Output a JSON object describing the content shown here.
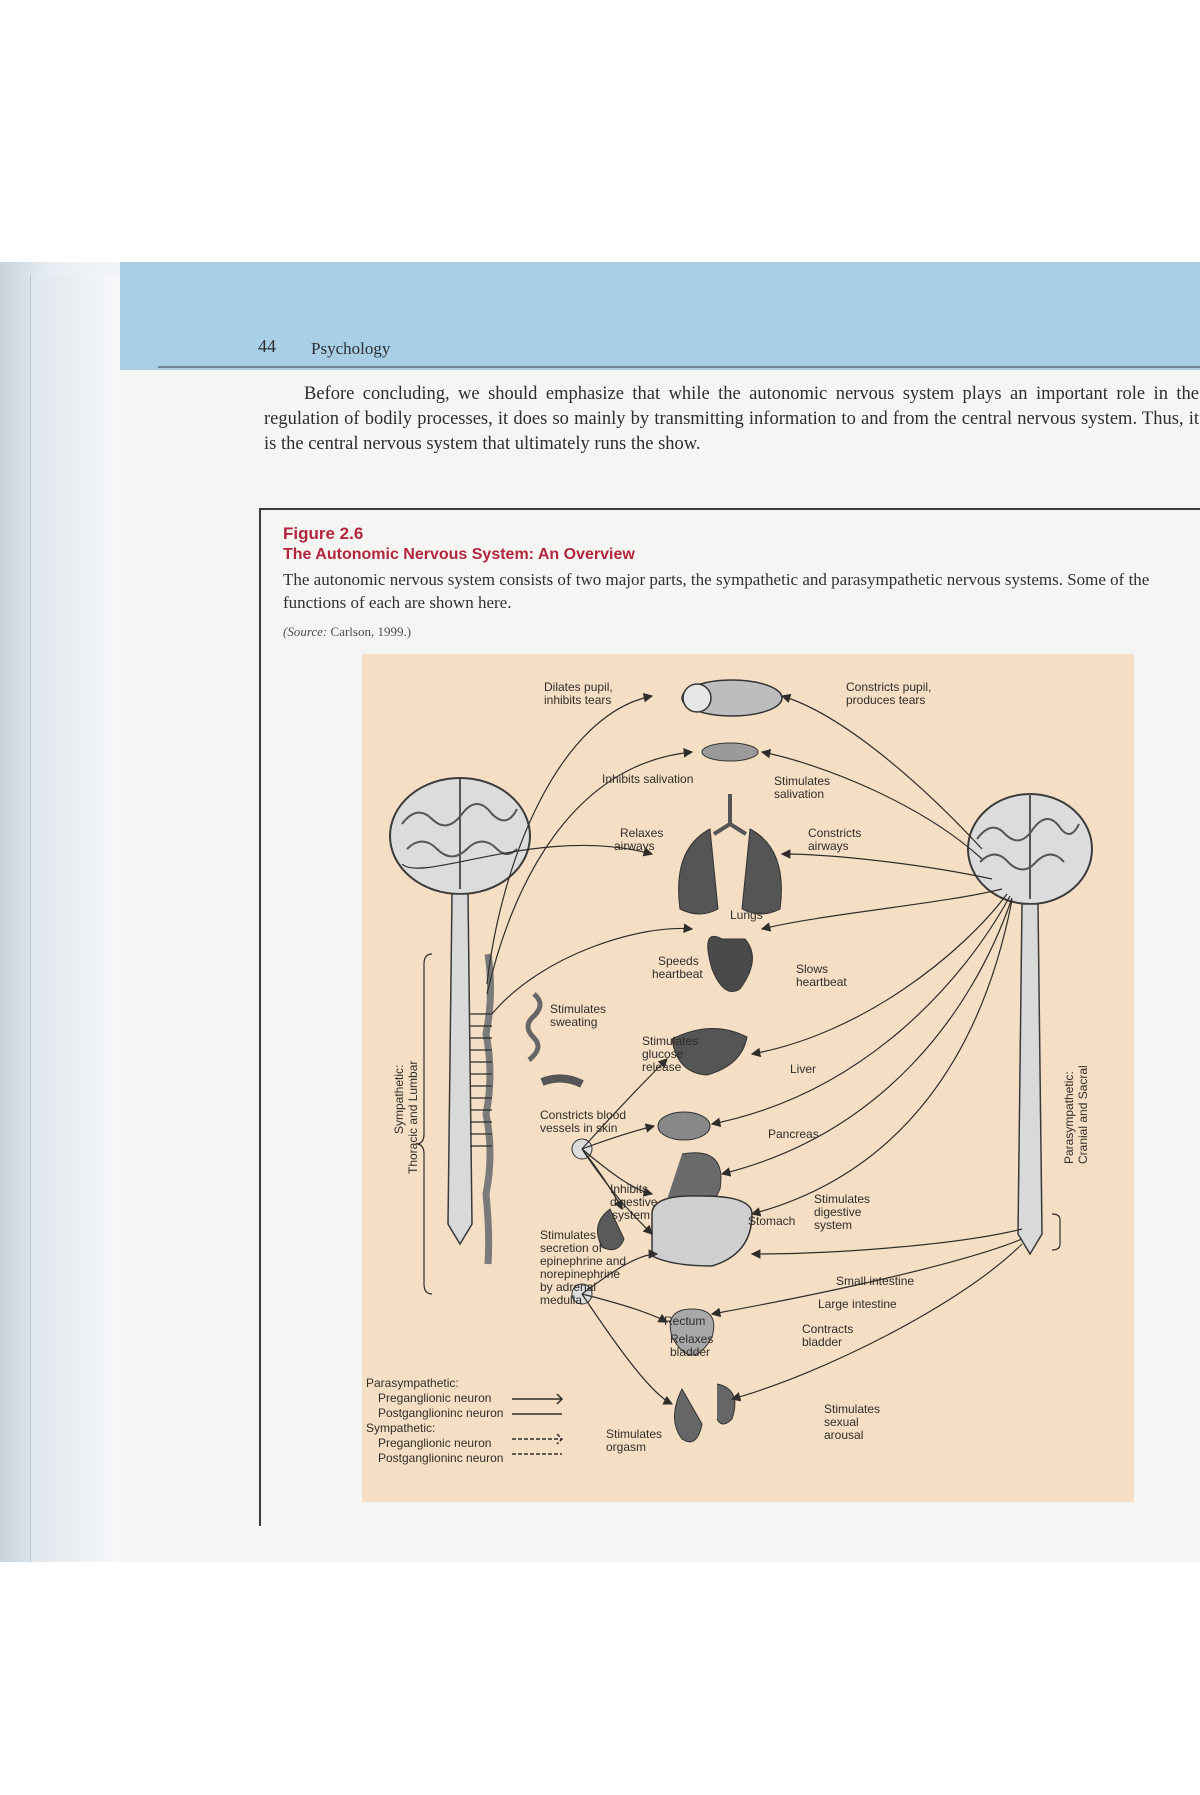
{
  "page": {
    "number": "44",
    "running_head": "Psychology"
  },
  "body": {
    "paragraph": "Before concluding, we should emphasize that while the autonomic nervous system plays an important role in the regulation of bodily processes, it does so mainly by transmitting information to and from the central nervous system. Thus, it is the central nervous system that ultimately runs the show."
  },
  "figure": {
    "label": "Figure 2.6",
    "title": "The Autonomic Nervous System: An Overview",
    "caption": "The autonomic nervous system consists of two major parts, the sympathetic and parasympathetic nervous systems. Some of the functions of each are shown here.",
    "source_prefix": "(Source:",
    "source_text": " Carlson, 1999.)"
  },
  "diagram": {
    "labels": {
      "dilates_pupil": "Dilates pupil,",
      "inhibits_tears": "inhibits tears",
      "constricts_pupil": "Constricts pupil,",
      "produces_tears": "produces tears",
      "inhibits_salivation": "Inhibits salivation",
      "stimulates_salivation_1": "Stimulates",
      "stimulates_salivation_2": "salivation",
      "relaxes_airways_1": "Relaxes",
      "relaxes_airways_2": "airways",
      "constricts_airways_1": "Constricts",
      "constricts_airways_2": "airways",
      "lungs": "Lungs",
      "speeds_heartbeat_1": "Speeds",
      "speeds_heartbeat_2": "heartbeat",
      "slows_heartbeat_1": "Slows",
      "slows_heartbeat_2": "heartbeat",
      "stimulates_sweating_1": "Stimulates",
      "stimulates_sweating_2": "sweating",
      "glucose_1": "Stimulates",
      "glucose_2": "glucose",
      "glucose_3": "release",
      "liver": "Liver",
      "constricts_blood_1": "Constricts blood",
      "constricts_blood_2": "vessels in skin",
      "pancreas": "Pancreas",
      "inhibits_digestive_1": "Inhibits",
      "inhibits_digestive_2": "digestive",
      "inhibits_digestive_3": "system",
      "stimulates_digestive_1": "Stimulates",
      "stimulates_digestive_2": "digestive",
      "stimulates_digestive_3": "system",
      "stomach": "Stomach",
      "secretion_1": "Stimulates",
      "secretion_2": "secretion of",
      "secretion_3": "epinephrine and",
      "secretion_4": "norepinephrine",
      "secretion_5": "by adrenal",
      "secretion_6": "medulla",
      "small_intestine": "Small intestine",
      "large_intestine": "Large intestine",
      "rectum": "Rectum",
      "relaxes_bladder_1": "Relaxes",
      "relaxes_bladder_2": "bladder",
      "contracts_bladder_1": "Contracts",
      "contracts_bladder_2": "bladder",
      "stimulates_sexual_1": "Stimulates",
      "stimulates_sexual_2": "sexual",
      "stimulates_sexual_3": "arousal",
      "stimulates_orgasm_1": "Stimulates",
      "stimulates_orgasm_2": "orgasm",
      "sympathetic_side_1": "Sympathetic:",
      "sympathetic_side_2": "Thoracic and Lumbar",
      "parasympathetic_side_1": "Parasympathetic:",
      "parasympathetic_side_2": "Cranial and Sacral"
    },
    "legend": {
      "parasympathetic": "Parasympathetic:",
      "para_pre": "Preganglionic neuron",
      "para_post": "Postganglioninc neuron",
      "sympathetic": "Sympathetic:",
      "sym_pre": "Preganglionic neuron",
      "sym_post": "Postganglioninc neuron"
    }
  },
  "colors": {
    "header_band": "#a9cfe6",
    "figure_accent": "#b3263d",
    "diagram_bg": "#f5dfc4"
  }
}
